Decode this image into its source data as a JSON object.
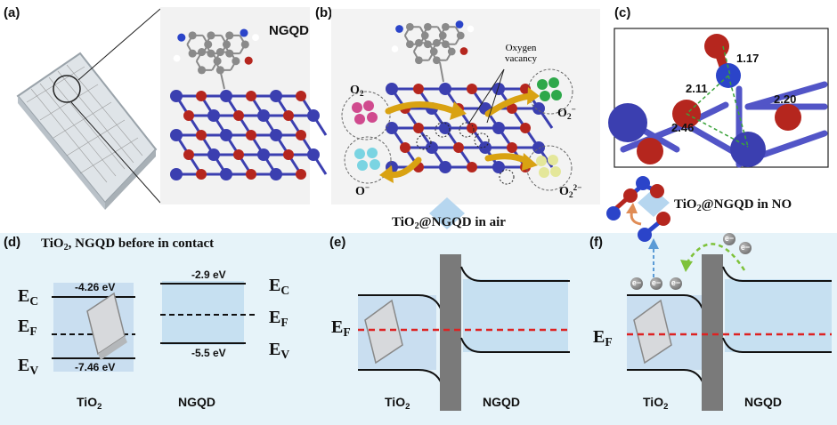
{
  "panels": {
    "a": {
      "label": "(a)",
      "title": "NGQD"
    },
    "b": {
      "label": "(b)",
      "o2": "O",
      "o2_sub": "2",
      "vacancy_line1": "Oxygen",
      "vacancy_line2": "vacancy",
      "o2_minus": "O",
      "o2_minus_sub": "2",
      "o2_minus_sup": "−",
      "o_minus": "O",
      "o_minus_sup": "−",
      "o2_2minus": "O",
      "o2_2minus_sub": "2",
      "o2_2minus_sup": "2−",
      "caption_pre": "TiO",
      "caption_sub": "2",
      "caption_post": "@NGQD in air"
    },
    "c": {
      "label": "(c)",
      "d1": "1.17",
      "d2": "2.11",
      "d3": "2.20",
      "d4": "2.46",
      "caption_pre": "TiO",
      "caption_sub": "2",
      "caption_post": "@NGQD in NO"
    },
    "d": {
      "label": "(d)",
      "title_pre": "TiO",
      "title_sub": "2",
      "title_post": ", NGQD before in contact",
      "tio2_ec_val": "-4.26 eV",
      "tio2_ev_val": "-7.46 eV",
      "ngqd_ec_val": "-2.9 eV",
      "ngqd_ev_val": "-5.5 eV",
      "ec": "E",
      "ec_sub": "C",
      "ef": "E",
      "ef_sub": "F",
      "ev": "E",
      "ev_sub": "V",
      "tio2": "TiO",
      "tio2_sub": "2",
      "ngqd": "NGQD"
    },
    "e": {
      "label": "(e)",
      "ef": "E",
      "ef_sub": "F",
      "tio2": "TiO",
      "tio2_sub": "2",
      "ngqd": "NGQD"
    },
    "f": {
      "label": "(f)",
      "ef": "E",
      "ef_sub": "F",
      "tio2": "TiO",
      "tio2_sub": "2",
      "ngqd": "NGQD",
      "electron": "e",
      "electron_sup": "−"
    }
  },
  "colors": {
    "band_background": "#e6f3f9",
    "tio2_box": "#c9def0",
    "ngqd_box": "#c6e0f1",
    "fermi_dashed": "#dd2222",
    "barrier": "#7a7a7a",
    "arrow_gold": "#d9a212",
    "ti_atom": "#3b3fb0",
    "o_atom": "#b5261e",
    "c_atom": "#8a8a8a",
    "n_atom": "#2b44c9"
  }
}
